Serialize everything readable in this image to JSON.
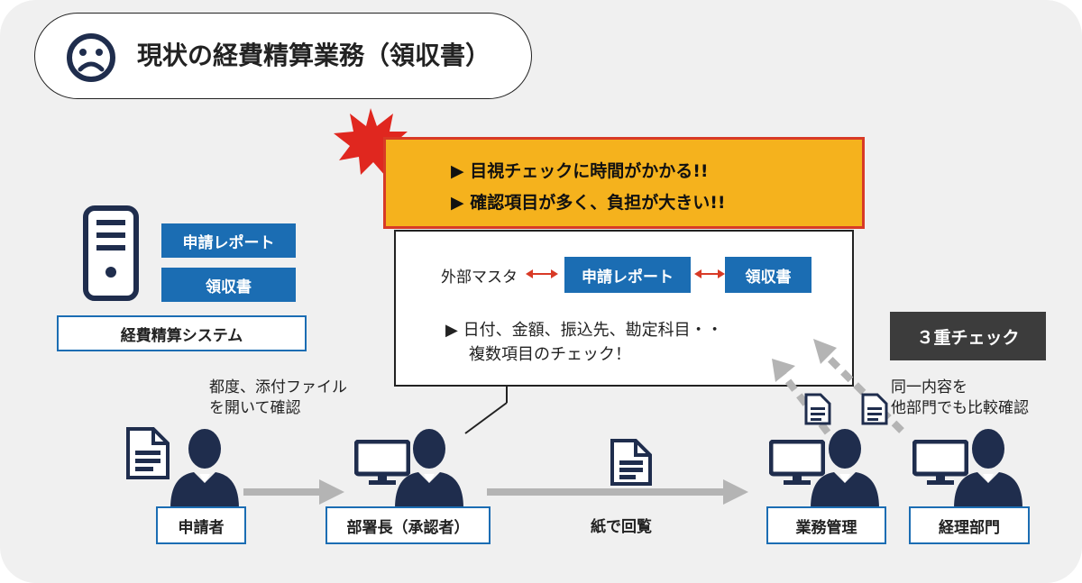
{
  "title": "現状の経費精算業務（領収書）",
  "system": {
    "report_label": "申請レポート",
    "receipt_label": "領収書",
    "system_label": "経費精算システム"
  },
  "alert": {
    "line1": "▶ 目視チェックに時間がかかる!!",
    "line2": "▶ 確認項目が多く、負担が大きい!!"
  },
  "panel": {
    "external_master": "外部マスタ",
    "report_label": "申請レポート",
    "receipt_label": "領収書",
    "check_line1": "▶ 日付、金額、振込先、勘定科目・・",
    "check_line2": "複数項目のチェック！"
  },
  "triple_check": "３重チェック",
  "notes": {
    "open_attachment_1": "都度、添付ファイル",
    "open_attachment_2": "を開いて確認",
    "compare_1": "同一内容を",
    "compare_2": "他部門でも比較確認",
    "paper_circulation": "紙で回覧"
  },
  "roles": {
    "applicant": "申請者",
    "manager": "部署長（承認者）",
    "operations": "業務管理",
    "accounting": "経理部門"
  },
  "colors": {
    "blue": "#1b6db3",
    "navy": "#1f2d4d",
    "yellow": "#f5b21d",
    "red": "#d83a26",
    "dark": "#3c3c3c",
    "gray_arrow": "#b4b4b4"
  }
}
